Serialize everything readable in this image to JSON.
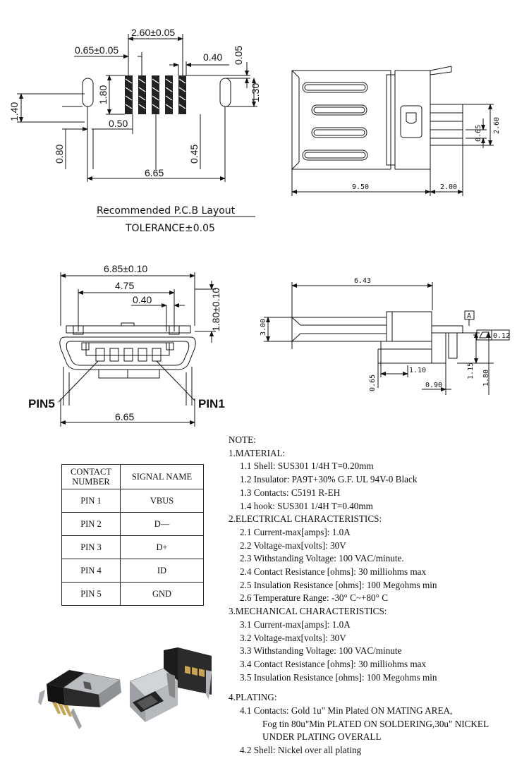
{
  "pcb": {
    "title": "Recommended P.C.B Layout",
    "tolerance": "TOLERANCE±0.05",
    "dims": {
      "d260": "2.60±0.05",
      "d065": "0.65±0.05",
      "d040": "0.40",
      "d005": "0.05",
      "d140": "1.40",
      "d180": "1.80",
      "d130": "1.30",
      "d050": "0.50",
      "d080": "0.80",
      "d045": "0.45",
      "d665": "6.65"
    }
  },
  "side_top": {
    "dims": {
      "d950": "9.50",
      "d200": "2.00",
      "d065": "0.65",
      "d260": "2.60"
    }
  },
  "front": {
    "dims": {
      "d685": "6.85±0.10",
      "d475": "4.75",
      "d040": "0.40",
      "d180": "1.80±0.10",
      "d665": "6.65"
    },
    "pin5": "PIN5",
    "pin1": "PIN1"
  },
  "side_view": {
    "dims": {
      "d643": "6.43",
      "d300": "3.00",
      "d110": "1.10",
      "d115": "1.15",
      "d065": "0.65",
      "d090": "0.90",
      "d180": "1.80"
    },
    "datum": "A",
    "flatness": "0.12"
  },
  "pin_table": {
    "headers": [
      "CONTACT NUMBER",
      "SIGNAL NAME"
    ],
    "rows": [
      {
        "pin": "PIN 1",
        "signal": "VBUS"
      },
      {
        "pin": "PIN 2",
        "signal": "D—"
      },
      {
        "pin": "PIN 3",
        "signal": "D+"
      },
      {
        "pin": "PIN 4",
        "signal": "ID"
      },
      {
        "pin": "PIN 5",
        "signal": "GND"
      }
    ]
  },
  "notes": {
    "title": "NOTE:",
    "lines": [
      {
        "lvl": 0,
        "text": "1.MATERIAL:"
      },
      {
        "lvl": 1,
        "text": "1.1 Shell: SUS301 1/4H T=0.20mm"
      },
      {
        "lvl": 1,
        "text": "1.2 Insulator: PA9T+30% G.F. UL 94V-0 Black"
      },
      {
        "lvl": 1,
        "text": "1.3 Contacts: C5191 R-EH"
      },
      {
        "lvl": 1,
        "text": "1.4 hook: SUS301 1/4H T=0.40mm"
      },
      {
        "lvl": 0,
        "text": "2.ELECTRICAL CHARACTERISTICS:"
      },
      {
        "lvl": 1,
        "text": "2.1 Current-max[amps]: 1.0A"
      },
      {
        "lvl": 1,
        "text": "2.2 Voltage-max[volts]: 30V"
      },
      {
        "lvl": 1,
        "text": "2.3 Withstanding Voltage: 100 VAC/minute."
      },
      {
        "lvl": 1,
        "text": "2.4 Contact Resistance [ohms]: 30 milliohms max"
      },
      {
        "lvl": 1,
        "text": "2.5 Insulation Resistance [ohms]: 100 Megohms min"
      },
      {
        "lvl": 1,
        "text": "2.6 Temperature Range: -30° C~+80° C"
      },
      {
        "lvl": 0,
        "text": "3.MECHANICAL CHARACTERISTICS:"
      },
      {
        "lvl": 1,
        "text": "3.1 Current-max[amps]: 1.0A"
      },
      {
        "lvl": 1,
        "text": "3.2 Voltage-max[volts]: 30V"
      },
      {
        "lvl": 1,
        "text": "3.3 Withstanding Voltage: 100 VAC/minute"
      },
      {
        "lvl": 1,
        "text": "3.4 Contact Resistance [ohms]: 30 milliohms max"
      },
      {
        "lvl": 1,
        "text": "3.5 Insulation Resistance [ohms]: 100 Megohms min"
      },
      {
        "lvl": -1,
        "text": ""
      },
      {
        "lvl": 0,
        "text": "4.PLATING:"
      },
      {
        "lvl": 1,
        "text": "4.1 Contacts: Gold 1u\" Min Plated ON MATING AREA,"
      },
      {
        "lvl": 2,
        "text": "Fog tin 80u\"Min PLATED ON SOLDERING,30u\" NICKEL"
      },
      {
        "lvl": 2,
        "text": "UNDER PLATING OVERALL"
      },
      {
        "lvl": 1,
        "text": "4.2 Shell: Nickel over all plating"
      }
    ]
  }
}
